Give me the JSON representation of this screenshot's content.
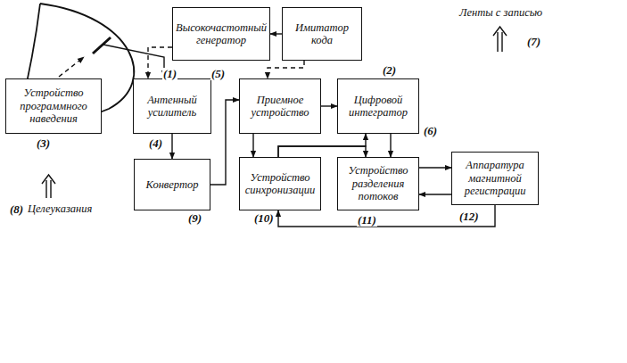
{
  "diagram": {
    "nodes": [
      {
        "text": [
          "Высокочастотный генератор"
        ]
      },
      {
        "text": [
          "Имитатор кода"
        ]
      },
      {
        "text": [
          "Устройство программного наведения"
        ]
      },
      {
        "text": [
          "Антенный усилитель"
        ]
      },
      {
        "text": [
          "Приемное устройство"
        ]
      },
      {
        "text": [
          "Цифровой интегратор"
        ]
      },
      {
        "text": [
          "Конвертор"
        ]
      },
      {
        "text": [
          "Устройство синхронизации"
        ]
      },
      {
        "text": [
          "Устройство разделения потоков"
        ]
      },
      {
        "text": [
          "Аппаратура магнитной регистрации"
        ]
      }
    ],
    "edges": [
      {
        "from": 1,
        "to": 0,
        "arrow": "to"
      },
      {
        "from": 0,
        "to": 3,
        "arrow": "to"
      },
      {
        "from": 1,
        "to": 4,
        "arrow": "to"
      },
      {
        "from": 3,
        "to": 6,
        "arrow": "to"
      },
      {
        "from": 6,
        "to": 4,
        "arrow": "to"
      },
      {
        "from": 4,
        "to": 5,
        "arrow": "to"
      },
      {
        "from": 4,
        "to": 7,
        "arrow": "to"
      },
      {
        "from": 5,
        "to": 8,
        "arrow": "to"
      },
      {
        "from": 7,
        "to": 5,
        "arrow": "to"
      },
      {
        "from": 7,
        "to": 8,
        "arrow": "to"
      },
      {
        "from": 8,
        "to": 9,
        "arrow": "to"
      },
      {
        "from": 9,
        "to": 8,
        "arrow": "to"
      },
      {
        "from": 9,
        "to": 7,
        "arrow": "to"
      }
    ],
    "labels": [
      "(1)",
      "(2)",
      "(3)",
      "(4)",
      "(5)",
      "(6)",
      "Ленты с записью",
      "(7)",
      "(8)",
      "Целеуказания",
      "(9)",
      "(10)",
      "(11)",
      "(12)"
    ]
  }
}
